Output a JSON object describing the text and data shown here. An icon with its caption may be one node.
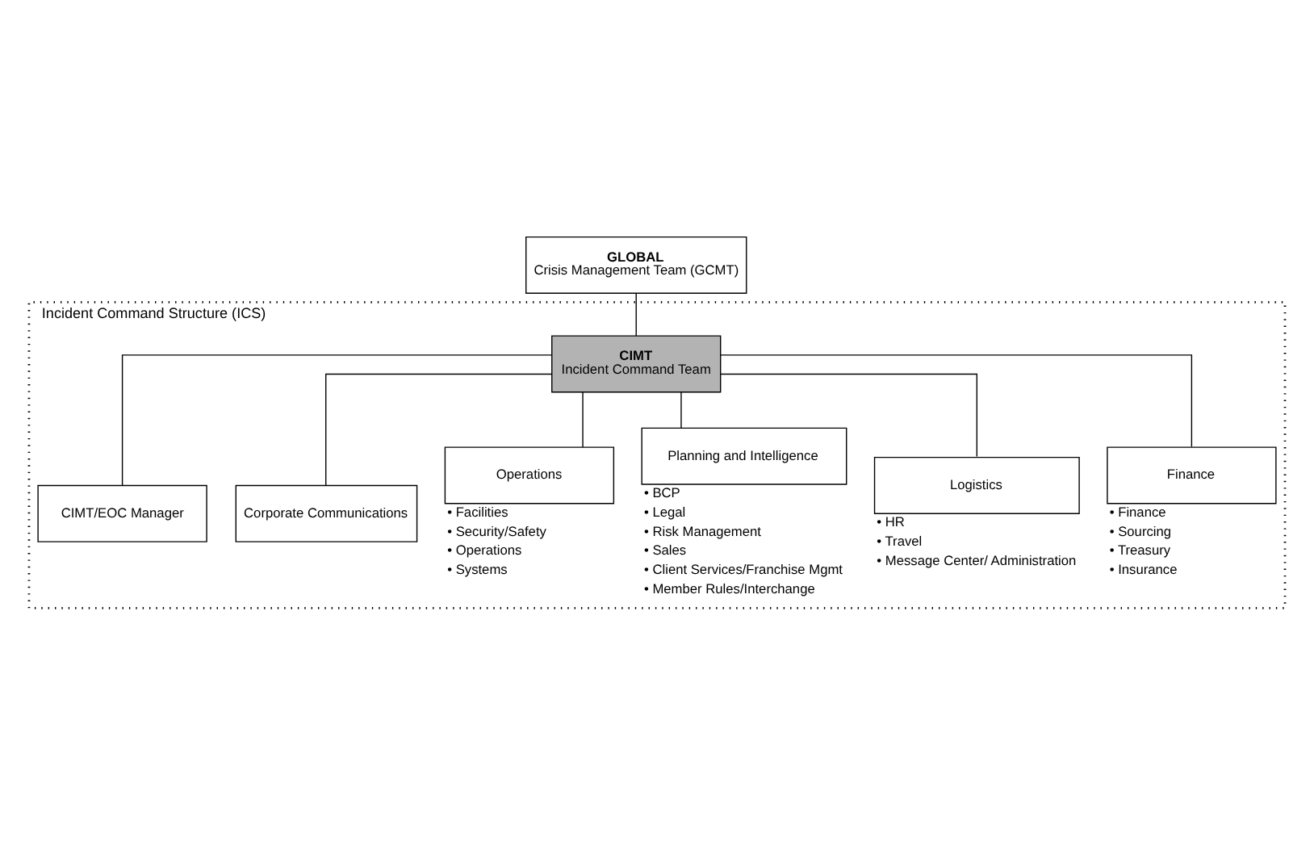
{
  "diagram": {
    "nodes": [
      {
        "text": [
          "GLOBAL",
          "Crisis Management Team (GCMT)"
        ]
      },
      {
        "text": [
          "Incident Command Structure (ICS)"
        ]
      },
      {
        "text": [
          "CIMT",
          "Incident Command Team"
        ],
        "in": 1
      },
      {
        "text": [
          "CIMT/EOC Manager"
        ],
        "in": 1
      },
      {
        "text": [
          "Corporate Communications"
        ],
        "in": 1
      },
      {
        "text": [
          "Operations"
        ],
        "in": 1,
        "beside": [
          "• Facilities",
          "• Security/Safety",
          "• Operations",
          "• Systems"
        ]
      },
      {
        "text": [
          "Planning and Intelligence"
        ],
        "in": 1,
        "beside": [
          "• BCP",
          "• Legal",
          "• Risk Management",
          "• Sales",
          "• Client Services/Franchise Mgmt",
          "• Member Rules/Interchange"
        ]
      },
      {
        "text": [
          "Logistics"
        ],
        "in": 1,
        "beside": [
          "• HR",
          "• Travel",
          "• Message Center/ Administration"
        ]
      },
      {
        "text": [
          "Finance"
        ],
        "in": 1,
        "beside": [
          "• Finance",
          "• Sourcing",
          "• Treasury",
          "• Insurance"
        ]
      }
    ],
    "edges": [
      {
        "from": 0,
        "to": 2,
        "arrow": "none"
      },
      {
        "from": 2,
        "to": 3,
        "arrow": "none"
      },
      {
        "from": 2,
        "to": 4,
        "arrow": "none"
      },
      {
        "from": 2,
        "to": 5,
        "arrow": "none"
      },
      {
        "from": 2,
        "to": 6,
        "arrow": "none"
      },
      {
        "from": 2,
        "to": 7,
        "arrow": "none"
      },
      {
        "from": 2,
        "to": 8,
        "arrow": "none"
      }
    ]
  }
}
